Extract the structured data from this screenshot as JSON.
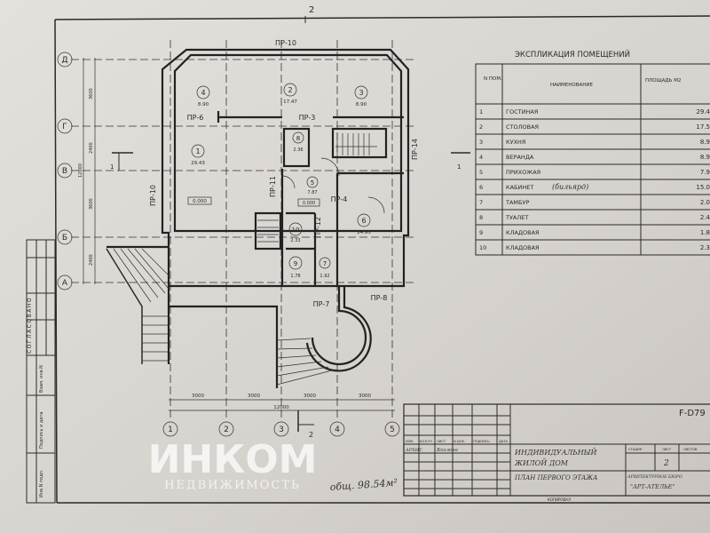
{
  "sheet_marks": {
    "section_top": "2",
    "section_bottom": "2",
    "section_left": "1",
    "section_right": "1"
  },
  "axes": {
    "rows": [
      "Д",
      "Г",
      "В",
      "Б",
      "А"
    ],
    "row_dims": [
      "3600",
      "2400",
      "3600",
      "2400"
    ],
    "row_total": "12000",
    "cols": [
      "1",
      "2",
      "3",
      "4",
      "5"
    ],
    "col_dims": [
      "3000",
      "3000",
      "3000",
      "3000"
    ],
    "col_total": "12000"
  },
  "rooms": [
    {
      "num": "4",
      "area": "8.90"
    },
    {
      "num": "2",
      "area": "17.47"
    },
    {
      "num": "3",
      "area": "8.90"
    },
    {
      "num": "1",
      "area": "29.43"
    },
    {
      "num": "8",
      "area": "2.36"
    },
    {
      "num": "5",
      "area": "7.87"
    },
    {
      "num": "6",
      "area": "14.95"
    },
    {
      "num": "10",
      "area": "2.33"
    },
    {
      "num": "9",
      "area": "1.78"
    },
    {
      "num": "7",
      "area": "1.92"
    }
  ],
  "levels": [
    "0.000",
    "0.000"
  ],
  "openings": [
    "ПР-10",
    "ПР-6",
    "ПР-3",
    "ПР-14",
    "ПР-10",
    "ПР-11",
    "ПР-4",
    "ПР-12",
    "ПР-7",
    "ПР-8"
  ],
  "explication": {
    "title": "ЭКСПЛИКАЦИЯ ПОМЕЩЕНИЙ",
    "headers": [
      "N ПОМ.",
      "НАИМЕНОВАНИЕ",
      "ПЛОЩАДЬ М2"
    ],
    "rows": [
      {
        "n": "1",
        "name": "ГОСТИНАЯ",
        "area": "29.4"
      },
      {
        "n": "2",
        "name": "СТОЛОВАЯ",
        "area": "17.5"
      },
      {
        "n": "3",
        "name": "КУХНЯ",
        "area": "8.9"
      },
      {
        "n": "4",
        "name": "ВЕРАНДА",
        "area": "8.9"
      },
      {
        "n": "5",
        "name": "ПРИХОЖАЯ",
        "area": "7.9"
      },
      {
        "n": "6",
        "name": "КАБИНЕТ",
        "area": "15.0",
        "note": "(бильярд)"
      },
      {
        "n": "7",
        "name": "ТАМБУР",
        "area": "2.0"
      },
      {
        "n": "8",
        "name": "ТУАЛЕТ",
        "area": "2.4"
      },
      {
        "n": "9",
        "name": "КЛАДОВАЯ",
        "area": "1.8"
      },
      {
        "n": "10",
        "name": "КЛАДОВАЯ",
        "area": "2.3"
      }
    ]
  },
  "title_block": {
    "code": "F-D79",
    "cols": [
      "ИЗМ.",
      "КОЛ.УЧ",
      "ЛИСТ",
      "N ДОК.",
      "ПОДПИСЬ",
      "ДАТА"
    ],
    "role": "АРХИТ.",
    "author": "Козлова",
    "project_line1": "ИНДИВИДУАЛЬНЫЙ",
    "project_line2": "ЖИЛОЙ ДОМ",
    "sheet_title": "ПЛАН ПЕРВОГО ЭТАЖА",
    "stage_label": "СТАДИЯ",
    "sheet_label": "ЛИСТ",
    "sheets_label": "ЛИСТОВ",
    "sheet_no": "2",
    "bureau_line1": "АРХИТЕКТУРНОЕ БЮРО",
    "bureau_line2": "\"АРТ-АТЕЛЬЕ\"",
    "copied": "КОПИРОВАЛ"
  },
  "side_strip": {
    "agreed": "СОГЛАСОВАНО",
    "replace": "Взам. инв.N",
    "sign_date": "Подпись и дата",
    "inv": "Инв.N подл."
  },
  "handwritten_total": "общ. 98.54м²",
  "watermark": {
    "brand": "ИНКОМ",
    "sub": "НЕДВИЖИМОСТЬ"
  }
}
